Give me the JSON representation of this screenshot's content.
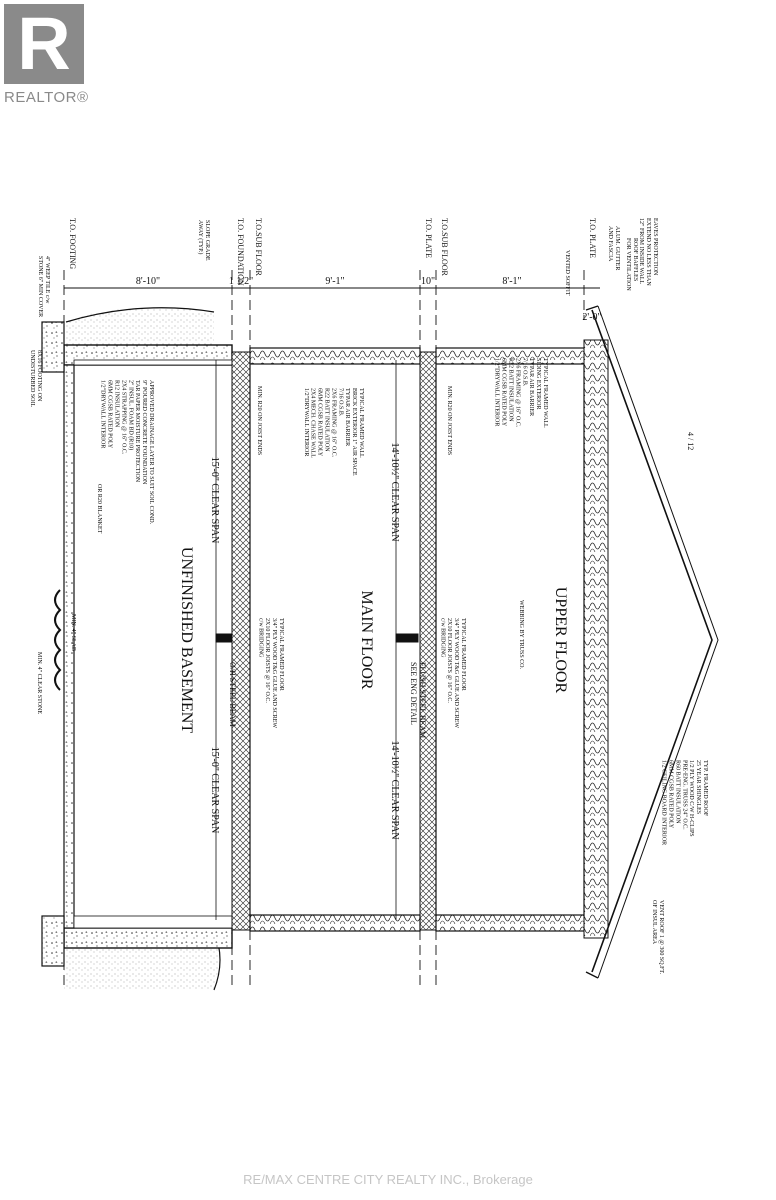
{
  "logo": {
    "mark": "R",
    "text": "REALTOR®"
  },
  "watermark": "RE/MAX CENTRE CITY REALTY INC., Brokerage",
  "floors": {
    "upper": "UPPER FLOOR",
    "main": "MAIN FLOOR",
    "basement": "UNFINISHED BASEMENT"
  },
  "levels": [
    "T.O. FOOTING",
    "T.O. FOUNDATION",
    "T.O.SUB FLOOR",
    "T.O. PLATE",
    "T.O.SUB FLOOR",
    "T.O. PLATE"
  ],
  "heights": [
    "8'-10\"",
    "1 1/2\"",
    "9'-1\"",
    "10\"",
    "8'-1\"",
    "2'-0\""
  ],
  "spans": {
    "main_left": "14'-10½\" CLEAR SPAN",
    "main_right": "14'-10½\" CLEAR SPAN",
    "base_left": "15'-0\" CLEAR SPAN",
    "base_right": "15'-0\" CLEAR SPAN"
  },
  "beams": {
    "main": "FLUSH STEEL BEAM\nSEE ENG DETAIL",
    "base": "O/H STEEL BEAM"
  },
  "roof_pitch": "4 / 12",
  "notes": {
    "eaves": "EAVES PROTECTION\nEXTEND NO LESS THAN\n12\" FROM INSIDE WALL",
    "baffles": "ROOF BAFFLES\nFOR VENTILATION",
    "gutter": "ALUM. GUTTER\nAND FASCIA",
    "soffit": "VENTED SOFFIT",
    "upper_wall": "TYPICAL FRAMED WALL\nSIDING EXTERIOR\nTYPAR AIR BARRIER\n7/16 O.S.B.\n2X6 FRAMING @ 16\" O.C.\nR22 BATT INSULATION\n6MM CGSB RATED POLY\n1/2\"DRYWALL INTERIOR",
    "r20_upper": "MIN. R20 ON JOIST ENDS",
    "main_wall": "TYPICAL FRAMED WALL\nBRICK EXTERIOR 1\" AIR SPACE\nTYPAR AIR BARRIER\n7/16 O.S.B.\n2X6 FRAMING @ 16\" O.C.\nR22 BATT INSULATION\n6MM CGSB RATED POLY\n2X4 MECH. CHASE WALL\n1/2\"DRYWALL INTERIOR",
    "r20_main": "MIN. R20 ON JOIST ENDS",
    "slope": "SLOPE GRADE\nAWAY (TYP.)",
    "weep": "4\" WEEP TILE c/w\nSTONE 6\" MIN COVER",
    "footing": "8X16 FOOTING ON\nUNDISTURBED SOIL",
    "foundation": "APPROVED DRAINAGE LAYER TO SUIT SOIL COND.\n9\" POURED CONCRETE FOUNDATION\nTAR PAPER MOISTURE PROTECTION\n2\" INSUL. FOAM BD (R10)\n2X4 STRAPPING @ 16\" O.C.\nR12 INSULATION\n6MM CGSB RATED POLY\n1/2\"DRYWALL INTERIOR",
    "r20_blanket": "OR R20 BLANKET",
    "slab": "MIN. 4\" SLAB",
    "clear_stone": "MIN. 4\" CLEAR STONE",
    "floor_upper": "TYPICAL FRAMED FLOOR\n3/4\" PLY WOOD T&G GLUE AND SCREW\n2X10 FLOOR JOISTS @ 16\" O.C.\nc/w BRIDGING",
    "floor_main": "TYPICAL FRAMED FLOOR\n3/4\" PLY WOOD T&G GLUE AND SCREW\n2X10 FLOOR JOISTS @ 16\" O.C.\nc/w BRIDGING",
    "webbing": "WEBBING BY TRUSS CO.",
    "roof": "TYP. FRAMED ROOF\n25 YEAR SHINGLES\n1/2 PLY WOOD C/W H-CLIPS\nPRE-ENG. TRUSS 24\" O.C.\nR60 BATT INSULATION\n6MM CGSB RATED POLY\n1/2 CEILING BOARD INTERIOR",
    "vent": "VENT ROOF 1 @ 300 SQ.FT.\nOF INSUL AREA"
  }
}
